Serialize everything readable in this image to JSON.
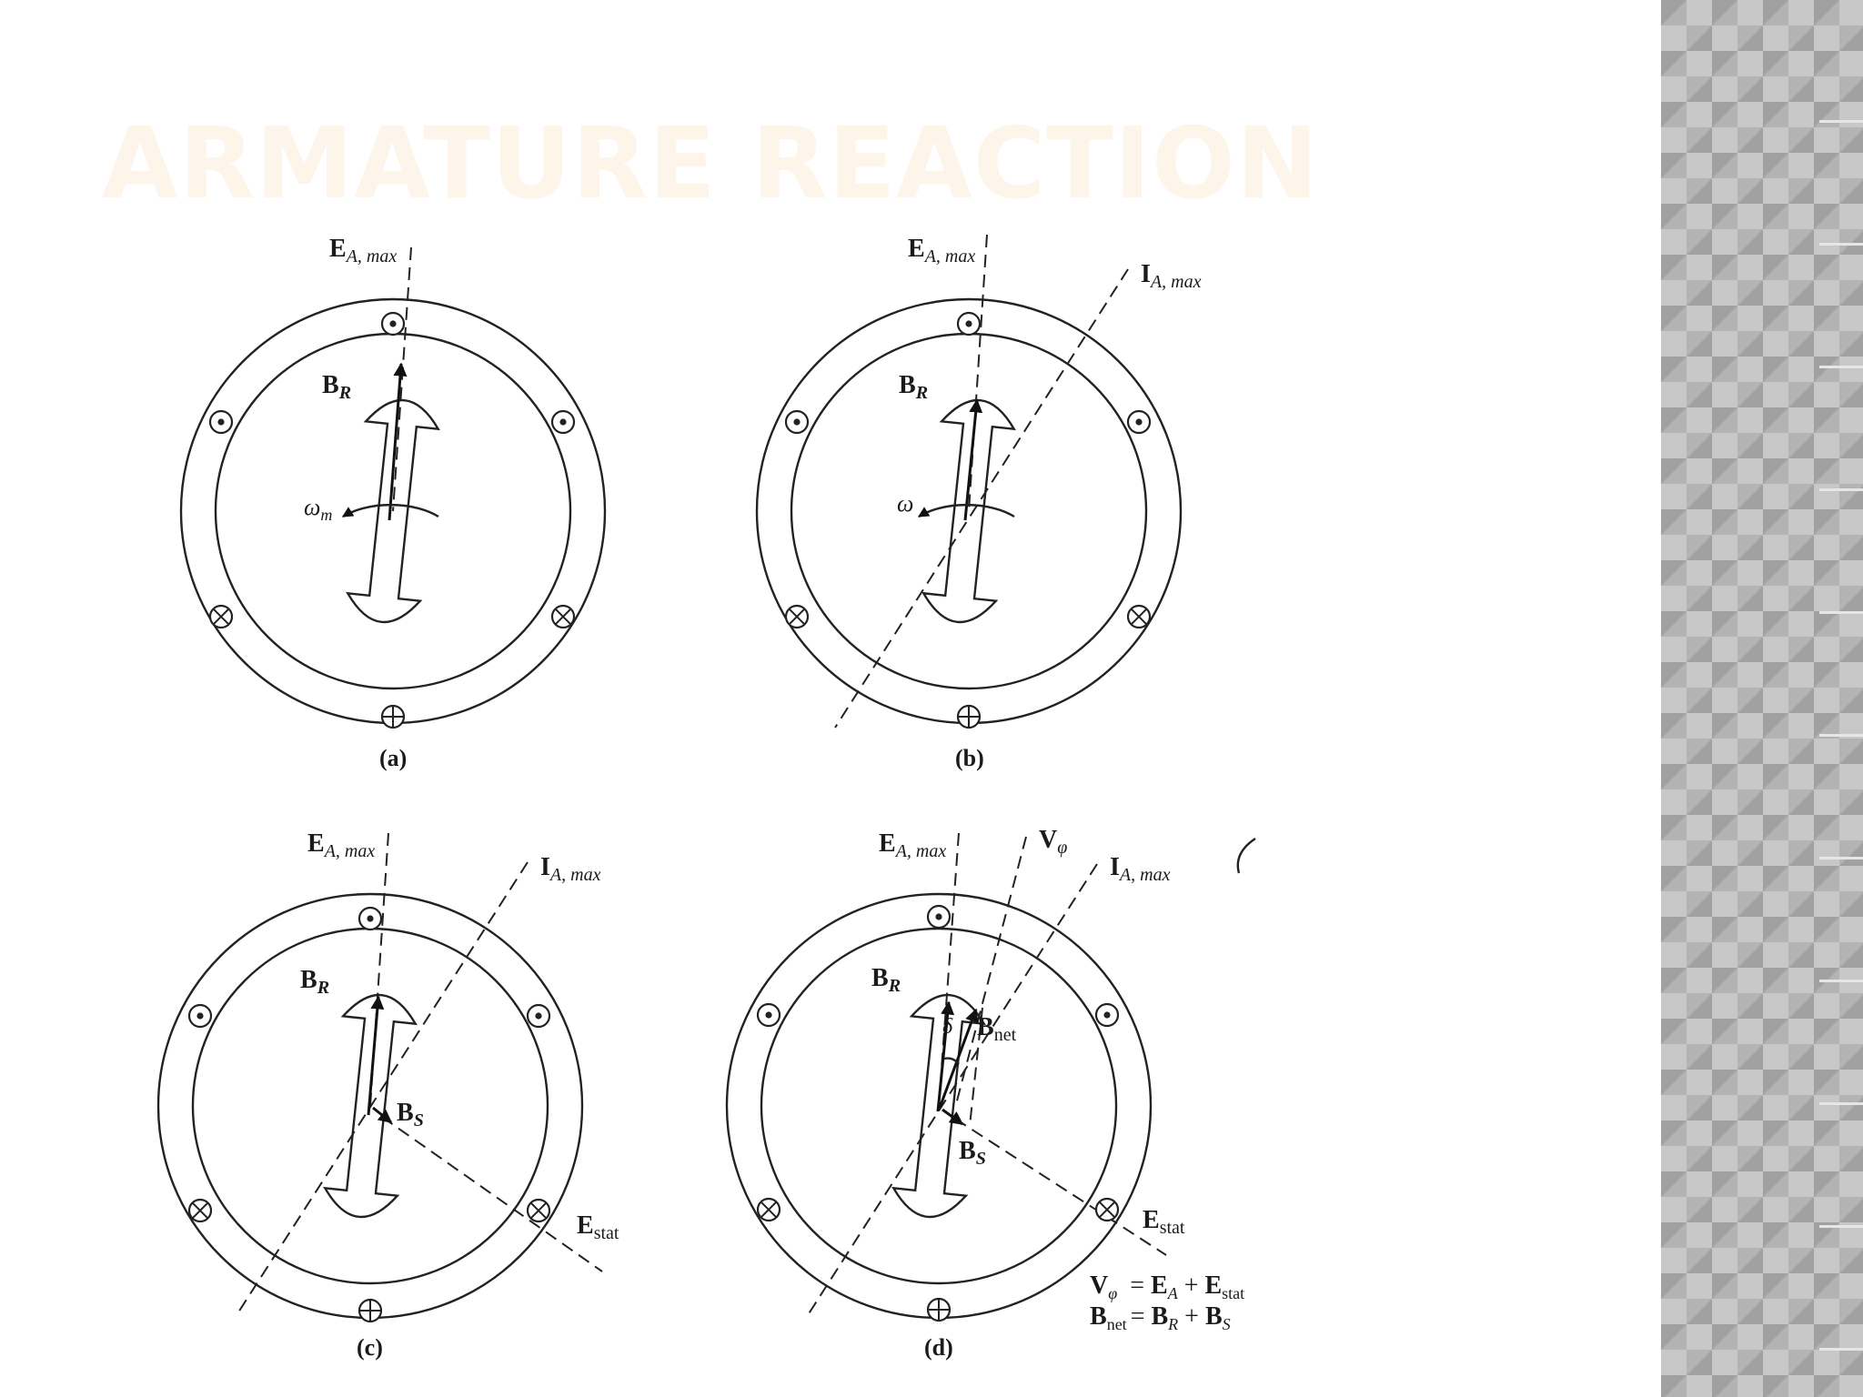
{
  "slide": {
    "title": "ARMATURE REACTION"
  },
  "figure": {
    "panels": [
      {
        "id": "a",
        "caption": "(a)",
        "labels": {
          "ea": "E",
          "ea_sub": "A, max",
          "br": "B",
          "br_sub": "R",
          "omega": "ω",
          "omega_sub": "m"
        }
      },
      {
        "id": "b",
        "caption": "(b)",
        "labels": {
          "ea": "E",
          "ea_sub": "A, max",
          "ia": "I",
          "ia_sub": "A, max",
          "br": "B",
          "br_sub": "R",
          "omega": "ω"
        }
      },
      {
        "id": "c",
        "caption": "(c)",
        "labels": {
          "ea": "E",
          "ea_sub": "A, max",
          "ia": "I",
          "ia_sub": "A, max",
          "br": "B",
          "br_sub": "R",
          "bs": "B",
          "bs_sub": "S",
          "estat": "E",
          "estat_sub": "stat"
        }
      },
      {
        "id": "d",
        "caption": "(d)",
        "labels": {
          "ea": "E",
          "ea_sub": "A, max",
          "vphi": "V",
          "vphi_sub": "φ",
          "ia": "I",
          "ia_sub": "A, max",
          "br": "B",
          "br_sub": "R",
          "delta": "δ",
          "bnet": "B",
          "bnet_sub": "net",
          "bs": "B",
          "bs_sub": "S",
          "estat": "E",
          "estat_sub": "stat"
        }
      }
    ],
    "equations": [
      {
        "lhs": "V",
        "lhs_sub": "φ",
        "eq": "= ",
        "t1": "E",
        "t1_sub": "A",
        "plus": " + ",
        "t2": "E",
        "t2_sub": "stat"
      },
      {
        "lhs": "B",
        "lhs_sub": "net",
        "eq": "= ",
        "t1": "B",
        "t1_sub": "R",
        "plus": " + ",
        "t2": "B",
        "t2_sub": "S"
      }
    ]
  }
}
